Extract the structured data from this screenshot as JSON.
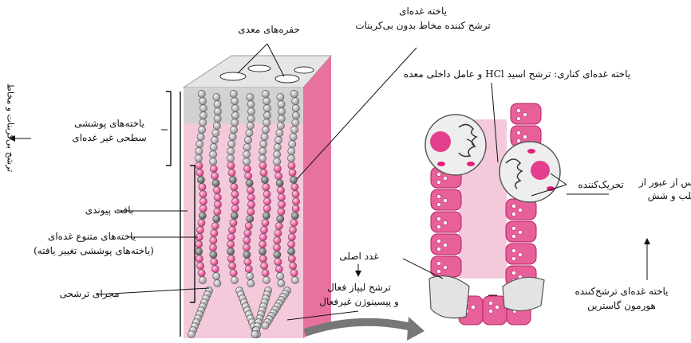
{
  "labels": {
    "gastric_pits": "حفره‌های معدی",
    "top_cell_line1": "یاخته غده‌ای",
    "top_cell_line2": "ترشح کننده مخاط بدون بی‌کربنات",
    "parietal_cell": "یاخته غده‌ای کناری: ترشح اسید HCl و عامل داخلی معده",
    "surface_cells_line1": "یاخته‌های پوششی",
    "surface_cells_line2": "سطحی غیر غده‌ای",
    "connective_tissue": "بافت پیوندی",
    "various_cells_line1": "یاخته‌های متنوع غده‌ای",
    "various_cells_line2": "(یاخته‌های پوششی تغییر یافته)",
    "secretory_duct": "مجرای ترشحی",
    "main_gland": "غدد اصلی",
    "lipase_line1": "ترشح لیپاز فعال",
    "lipase_line2": "و پپسینوژن غیرفعال",
    "stimulant": "تحریک‌کننده",
    "after_passing_line1": "پس از عبور از",
    "after_passing_line2": "قلب و شش",
    "gastrin_cell_line1": "یاخته غده‌ای ترشح‌کننده",
    "gastrin_cell_line2": "هورمون گاسترین",
    "vertical_note": "ترشح بی‌کربنات و مخاط"
  },
  "colors": {
    "pink_block": "#f5c9dc",
    "pink_side": "#e8729f",
    "magenta": "#e0207a",
    "gray_cell": "#a9a9a9",
    "dark_cell": "#6b6b6b",
    "top_face": "#e6e6e6"
  }
}
